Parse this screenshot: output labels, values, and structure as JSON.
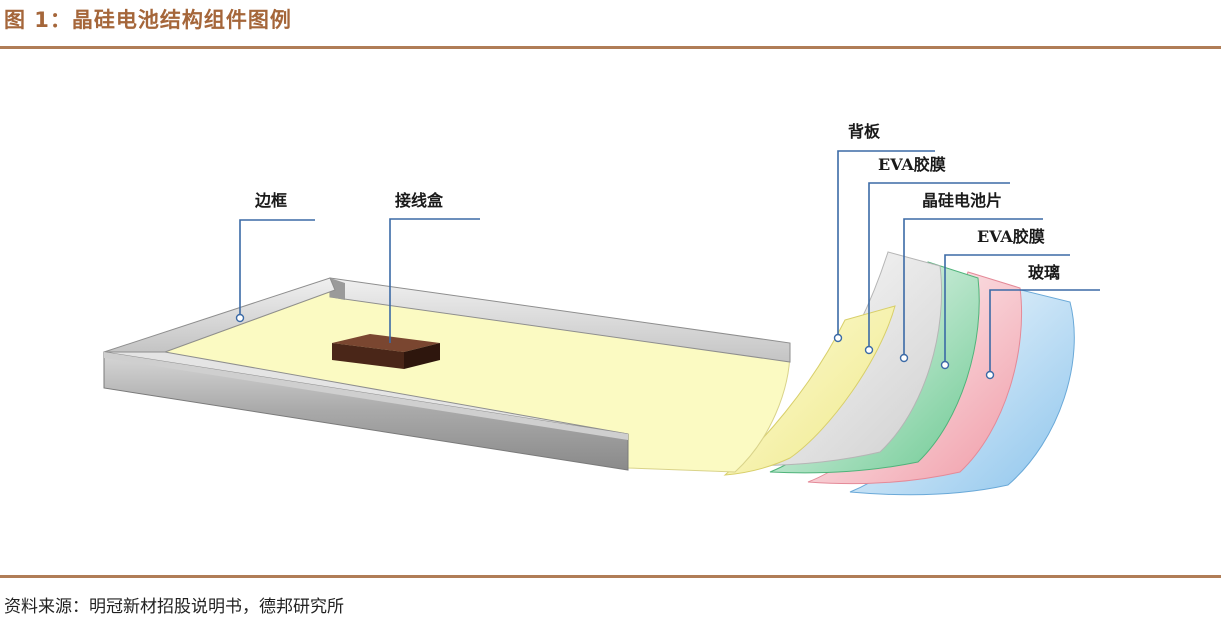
{
  "figure": {
    "title": "图 1：晶硅电池结构组件图例",
    "source": "资料来源：明冠新材招股说明书，德邦研究所"
  },
  "labels": {
    "frame": "边框",
    "junction_box": "接线盒",
    "backsheet": "背板",
    "eva_top": "EVA胶膜",
    "cell": "晶硅电池片",
    "eva_bottom": "EVA胶膜",
    "glass": "玻璃"
  },
  "colors": {
    "accent": "#b07d57",
    "title": "#a5663a",
    "leader": "#3b6aa6",
    "backsheet": "#f7f3a8",
    "eva": "#f2f2f2",
    "cell": "#8fd7a8",
    "eva_pink": "#f4b5bd",
    "glass": "#a9d3f0",
    "frame": "#b9b9b9",
    "junction_box": "#4a2618"
  }
}
